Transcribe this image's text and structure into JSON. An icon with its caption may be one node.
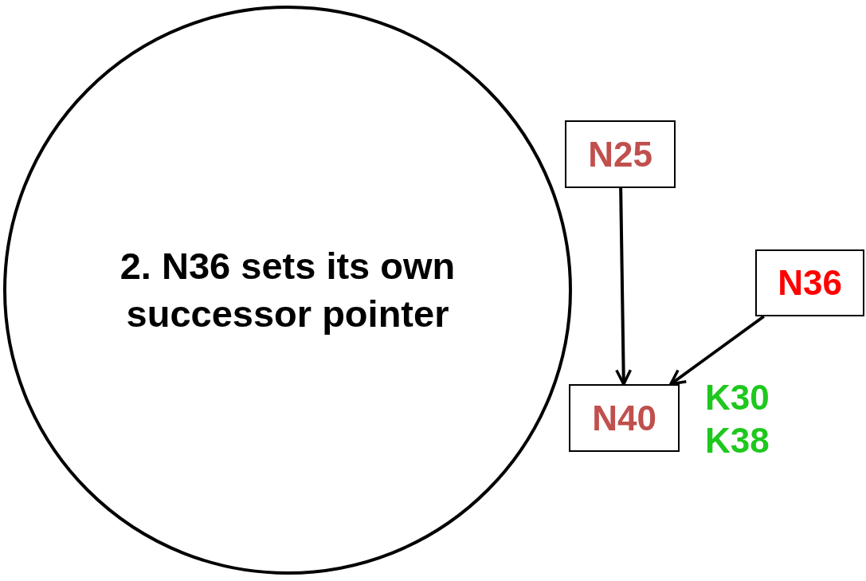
{
  "diagram": {
    "nodes": [
      {
        "text": [
          "2. N36 sets its own successor pointer"
        ]
      },
      {
        "text": [
          "N25"
        ]
      },
      {
        "text": [
          "N36"
        ]
      },
      {
        "text": [
          "N40"
        ],
        "beside": [
          "K30",
          "K38"
        ]
      }
    ],
    "edges": [
      {
        "from": 1,
        "to": 3,
        "arrow": "to"
      },
      {
        "from": 2,
        "to": 3,
        "arrow": "to"
      }
    ]
  }
}
